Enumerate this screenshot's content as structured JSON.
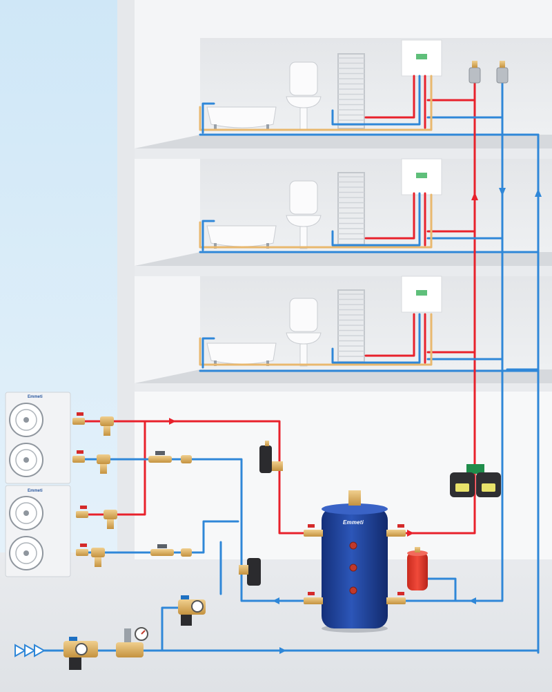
{
  "diagram": {
    "colors": {
      "hot": "#e8212b",
      "cold": "#2f87d8",
      "floor_heating": "#e9b86e",
      "tank": "#1d3f96",
      "sky": "#cfe7f7",
      "wall": "#f3f4f6",
      "slab": "#d7dadd"
    },
    "tank": {
      "brand": "Emmeti"
    },
    "heat_pumps": [
      {
        "name": "heat-pump-unit-1",
        "brand": "Emmeti"
      },
      {
        "name": "heat-pump-unit-2",
        "brand": "Emmeti"
      }
    ],
    "floors": [
      {
        "name": "floor-3",
        "fixtures": [
          "bathtub",
          "wash-basin",
          "water-heater",
          "towel-radiator",
          "floor-heating",
          "manifold-controller"
        ]
      },
      {
        "name": "floor-2",
        "fixtures": [
          "bathtub",
          "wash-basin",
          "water-heater",
          "towel-radiator",
          "floor-heating",
          "manifold-controller"
        ]
      },
      {
        "name": "floor-1",
        "fixtures": [
          "bathtub",
          "wash-basin",
          "water-heater",
          "towel-radiator",
          "floor-heating",
          "manifold-controller"
        ]
      }
    ],
    "components": [
      "buffer-tank",
      "circulation-pump-group",
      "expansion-vessel",
      "air-vents",
      "dirt-separator",
      "magnetic-filter",
      "pressure-reducing-valve",
      "filling-group",
      "ball-valves",
      "flow-meters",
      "water-inlet"
    ]
  }
}
